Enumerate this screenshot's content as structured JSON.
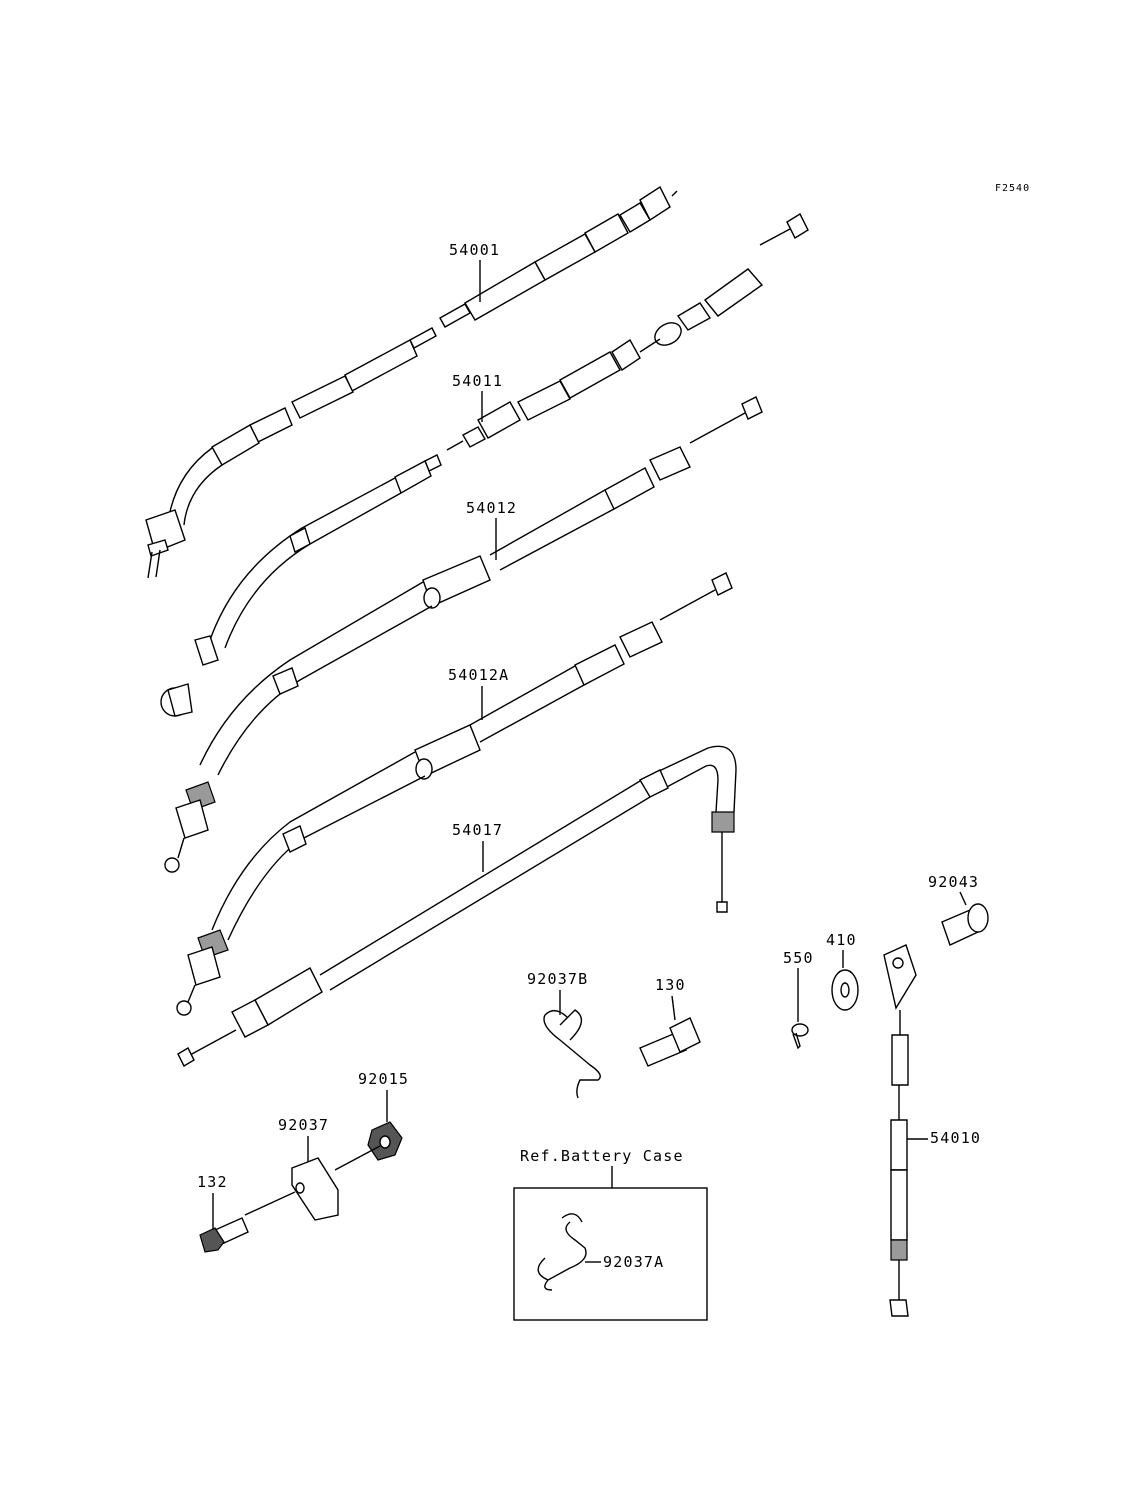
{
  "diagram_code": "F2540",
  "callouts": {
    "p54001": "54001",
    "p54011": "54011",
    "p54012": "54012",
    "p54012A": "54012A",
    "p54017": "54017",
    "p92043": "92043",
    "p410": "410",
    "p550": "550",
    "p92037B": "92037B",
    "p130": "130",
    "p92015": "92015",
    "p92037": "92037",
    "p132": "132",
    "p54010": "54010",
    "p92037A": "92037A"
  },
  "reference_box": {
    "title": "Ref.Battery Case"
  }
}
